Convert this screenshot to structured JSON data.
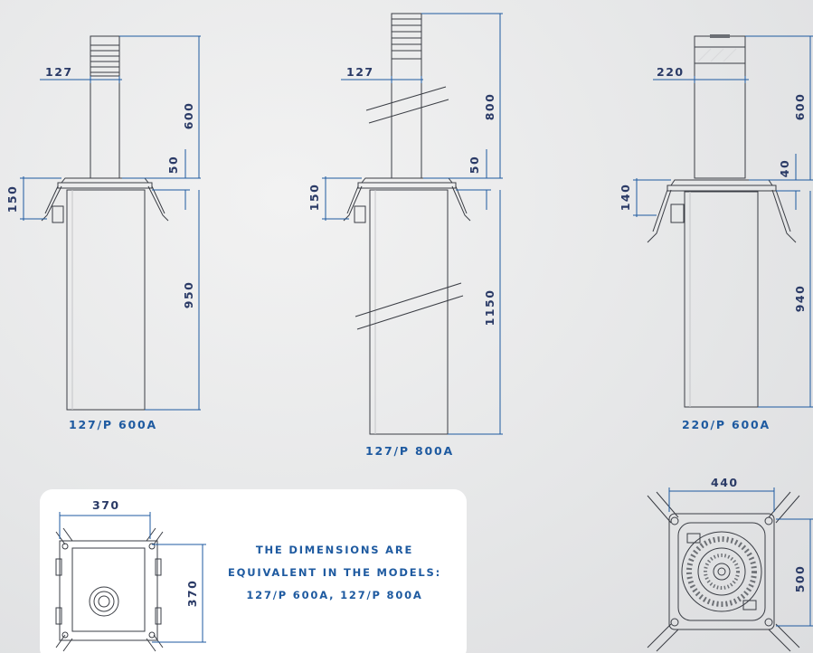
{
  "colors": {
    "dimension_blue": "#1e5aa0",
    "drawing_line": "#3a3d44",
    "body_fill": "#d9dadc",
    "panel_bg": "#ffffff"
  },
  "models": [
    {
      "caption": "127/P 600A",
      "width_dim": "127",
      "height_dim": "600",
      "gap_dim": "50",
      "head_dim": "150",
      "depth_dim": "950"
    },
    {
      "caption": "127/P 800A",
      "width_dim": "127",
      "height_dim": "800",
      "gap_dim": "50",
      "head_dim": "150",
      "depth_dim": "1150"
    },
    {
      "caption": "220/P 600A",
      "width_dim": "220",
      "height_dim": "600",
      "gap_dim": "40",
      "head_dim": "140",
      "depth_dim": "940"
    }
  ],
  "plan_small": {
    "width_dim": "370",
    "depth_dim": "370"
  },
  "plan_large": {
    "width_dim": "440",
    "depth_dim": "500"
  },
  "note": {
    "line1": "THE DIMENSIONS ARE",
    "line2": "EQUIVALENT IN THE MODELS:",
    "line3": "127/P 600A, 127/P 800A"
  }
}
